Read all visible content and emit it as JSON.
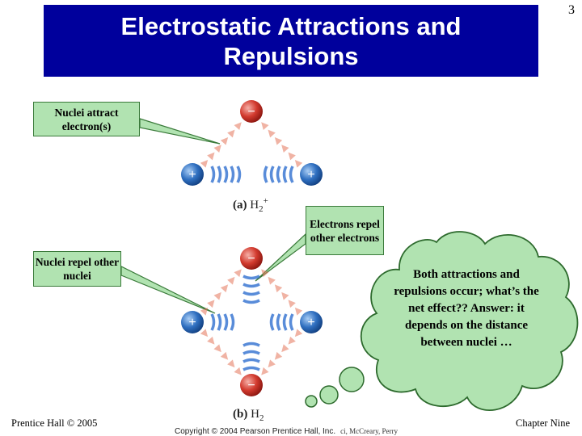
{
  "slide": {
    "title": "Electrostatic Attractions and Repulsions",
    "number": "3"
  },
  "labels": {
    "nuclei_attract": "Nuclei attract electron(s)",
    "electrons_repel": "Electrons repel other electrons",
    "nuclei_repel": "Nuclei repel other nuclei"
  },
  "cloud": {
    "text": "Both attractions and repulsions occur; what’s the net effect?? Answer: it depends on the distance between nuclei …"
  },
  "diagram": {
    "caption_a": {
      "letter": "(a)",
      "species": "H",
      "sub": "2",
      "sup": "+"
    },
    "caption_b": {
      "letter": "(b)",
      "species": "H",
      "sub": "2"
    },
    "nucleus_sign": "+",
    "electron_sign": "−"
  },
  "footer": {
    "left": "Prentice Hall © 2005",
    "right": "Chapter Nine",
    "copyright": "Copyright © 2004 Pearson Prentice Hall, Inc.",
    "copyright_tail": "ci, McCreary, Perry"
  },
  "colors": {
    "title_bg": "#00009c",
    "label_bg": "#b1e3b1",
    "nucleus": "#1f5fae",
    "electron": "#c62828",
    "wave": "#2f6fd0",
    "arrow": "#e3745a"
  }
}
